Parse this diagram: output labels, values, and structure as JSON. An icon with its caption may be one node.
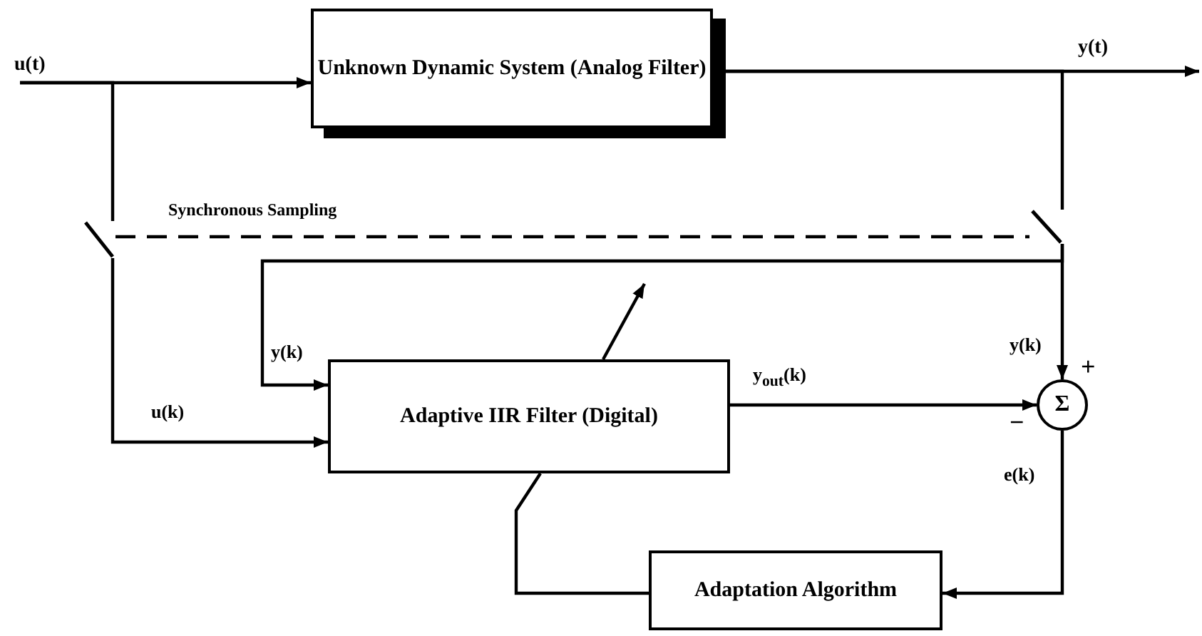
{
  "diagram": {
    "nodes": [
      {
        "text": [
          "u(t)"
        ]
      },
      {
        "text": [
          "Unknown Dynamic System (Analog Filter)"
        ]
      },
      {
        "text": [
          "y(t)"
        ]
      },
      {
        "text": [],
        "shape": "switch"
      },
      {
        "text": [],
        "shape": "switch"
      },
      {
        "text": [
          "Adaptive IIR Filter (Digital)"
        ]
      },
      {
        "text": [
          "Σ"
        ]
      },
      {
        "text": [
          "Adaptation Algorithm"
        ]
      }
    ],
    "edges": [
      {
        "from": 0,
        "to": 1,
        "arrow": "to"
      },
      {
        "from": 0,
        "to": 3,
        "arrow": "none"
      },
      {
        "from": 3,
        "to": 5,
        "arrow": "to",
        "label": "u(k)"
      },
      {
        "from": 1,
        "to": 2,
        "arrow": "to"
      },
      {
        "from": 1,
        "to": 4,
        "arrow": "none"
      },
      {
        "from": 4,
        "to": 6,
        "arrow": "to",
        "label": "y(k)"
      },
      {
        "from": 4,
        "to": 5,
        "arrow": "to",
        "label": "y(k)"
      },
      {
        "from": 5,
        "to": 6,
        "arrow": "to",
        "label": "y$_{out}$(k)"
      },
      {
        "from": 6,
        "to": 7,
        "arrow": "to",
        "label": "e(k)"
      },
      {
        "from": 7,
        "to": 5,
        "arrow": "none"
      },
      {
        "from": 3,
        "to": 4,
        "arrow": "none",
        "style": "dashed",
        "label": "Synchronous Sampling"
      }
    ],
    "labels": [
      "+",
      "−"
    ]
  }
}
